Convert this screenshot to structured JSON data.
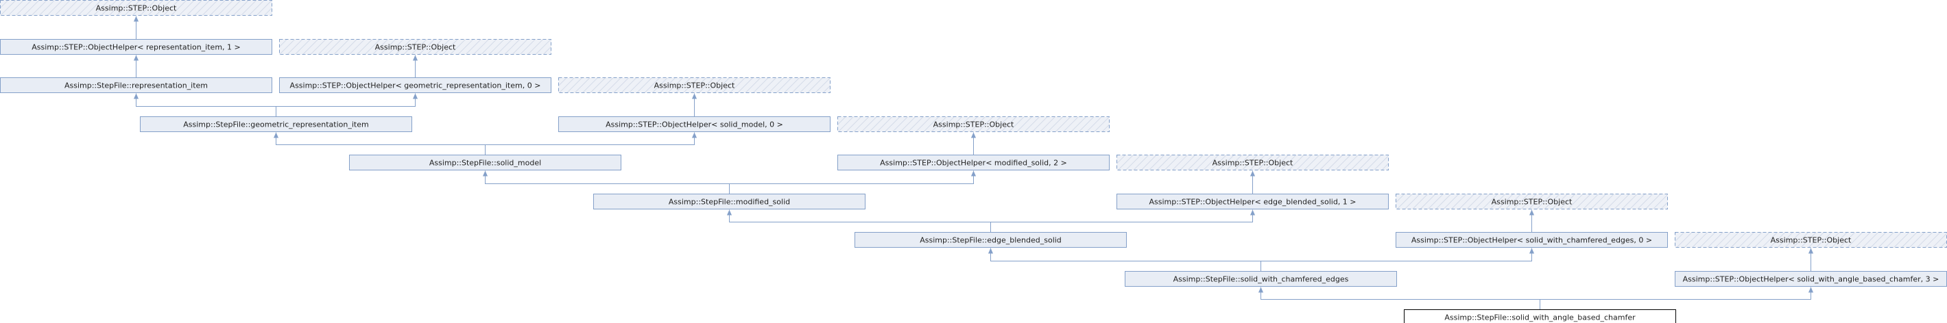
{
  "nodes": [
    {
      "id": "obj0",
      "label": "Assimp::STEP::Object",
      "style": "dashed",
      "interactable": false
    },
    {
      "id": "oh_rep",
      "label": "Assimp::STEP::ObjectHelper< representation_item, 1 >",
      "style": "solid",
      "interactable": true
    },
    {
      "id": "obj1",
      "label": "Assimp::STEP::Object",
      "style": "dashed",
      "interactable": false
    },
    {
      "id": "rep",
      "label": "Assimp::StepFile::representation_item",
      "style": "solid",
      "interactable": true
    },
    {
      "id": "oh_geo",
      "label": "Assimp::STEP::ObjectHelper< geometric_representation_item, 0 >",
      "style": "solid",
      "interactable": true
    },
    {
      "id": "obj2",
      "label": "Assimp::STEP::Object",
      "style": "dashed",
      "interactable": false
    },
    {
      "id": "geo",
      "label": "Assimp::StepFile::geometric_representation_item",
      "style": "solid",
      "interactable": true
    },
    {
      "id": "oh_solid",
      "label": "Assimp::STEP::ObjectHelper< solid_model, 0 >",
      "style": "solid",
      "interactable": true
    },
    {
      "id": "obj3",
      "label": "Assimp::STEP::Object",
      "style": "dashed",
      "interactable": false
    },
    {
      "id": "solid",
      "label": "Assimp::StepFile::solid_model",
      "style": "solid",
      "interactable": true
    },
    {
      "id": "oh_mod",
      "label": "Assimp::STEP::ObjectHelper< modified_solid, 2 >",
      "style": "solid",
      "interactable": true
    },
    {
      "id": "obj4",
      "label": "Assimp::STEP::Object",
      "style": "dashed",
      "interactable": false
    },
    {
      "id": "mod",
      "label": "Assimp::StepFile::modified_solid",
      "style": "solid",
      "interactable": true
    },
    {
      "id": "oh_edge",
      "label": "Assimp::STEP::ObjectHelper< edge_blended_solid, 1 >",
      "style": "solid",
      "interactable": true
    },
    {
      "id": "obj5",
      "label": "Assimp::STEP::Object",
      "style": "dashed",
      "interactable": false
    },
    {
      "id": "edge",
      "label": "Assimp::StepFile::edge_blended_solid",
      "style": "solid",
      "interactable": true
    },
    {
      "id": "oh_chamf",
      "label": "Assimp::STEP::ObjectHelper< solid_with_chamfered_edges, 0 >",
      "style": "solid",
      "interactable": true
    },
    {
      "id": "obj6",
      "label": "Assimp::STEP::Object",
      "style": "dashed",
      "interactable": false
    },
    {
      "id": "chamf",
      "label": "Assimp::StepFile::solid_with_chamfered_edges",
      "style": "solid",
      "interactable": true
    },
    {
      "id": "oh_angle",
      "label": "Assimp::STEP::ObjectHelper< solid_with_angle_based_chamfer, 3 >",
      "style": "solid",
      "interactable": true
    },
    {
      "id": "angle",
      "label": "Assimp::StepFile::solid_with_angle_based_chamfer",
      "style": "current",
      "interactable": false
    }
  ],
  "edges": [
    [
      "oh_rep",
      "obj0"
    ],
    [
      "rep",
      "oh_rep"
    ],
    [
      "oh_geo",
      "obj1"
    ],
    [
      "geo",
      "rep"
    ],
    [
      "geo",
      "oh_geo"
    ],
    [
      "oh_solid",
      "obj2"
    ],
    [
      "solid",
      "geo"
    ],
    [
      "solid",
      "oh_solid"
    ],
    [
      "oh_mod",
      "obj3"
    ],
    [
      "mod",
      "solid"
    ],
    [
      "mod",
      "oh_mod"
    ],
    [
      "oh_edge",
      "obj4"
    ],
    [
      "edge",
      "mod"
    ],
    [
      "edge",
      "oh_edge"
    ],
    [
      "oh_chamf",
      "obj5"
    ],
    [
      "chamf",
      "edge"
    ],
    [
      "chamf",
      "oh_chamf"
    ],
    [
      "oh_angle",
      "obj6"
    ],
    [
      "angle",
      "chamf"
    ],
    [
      "angle",
      "oh_angle"
    ]
  ]
}
